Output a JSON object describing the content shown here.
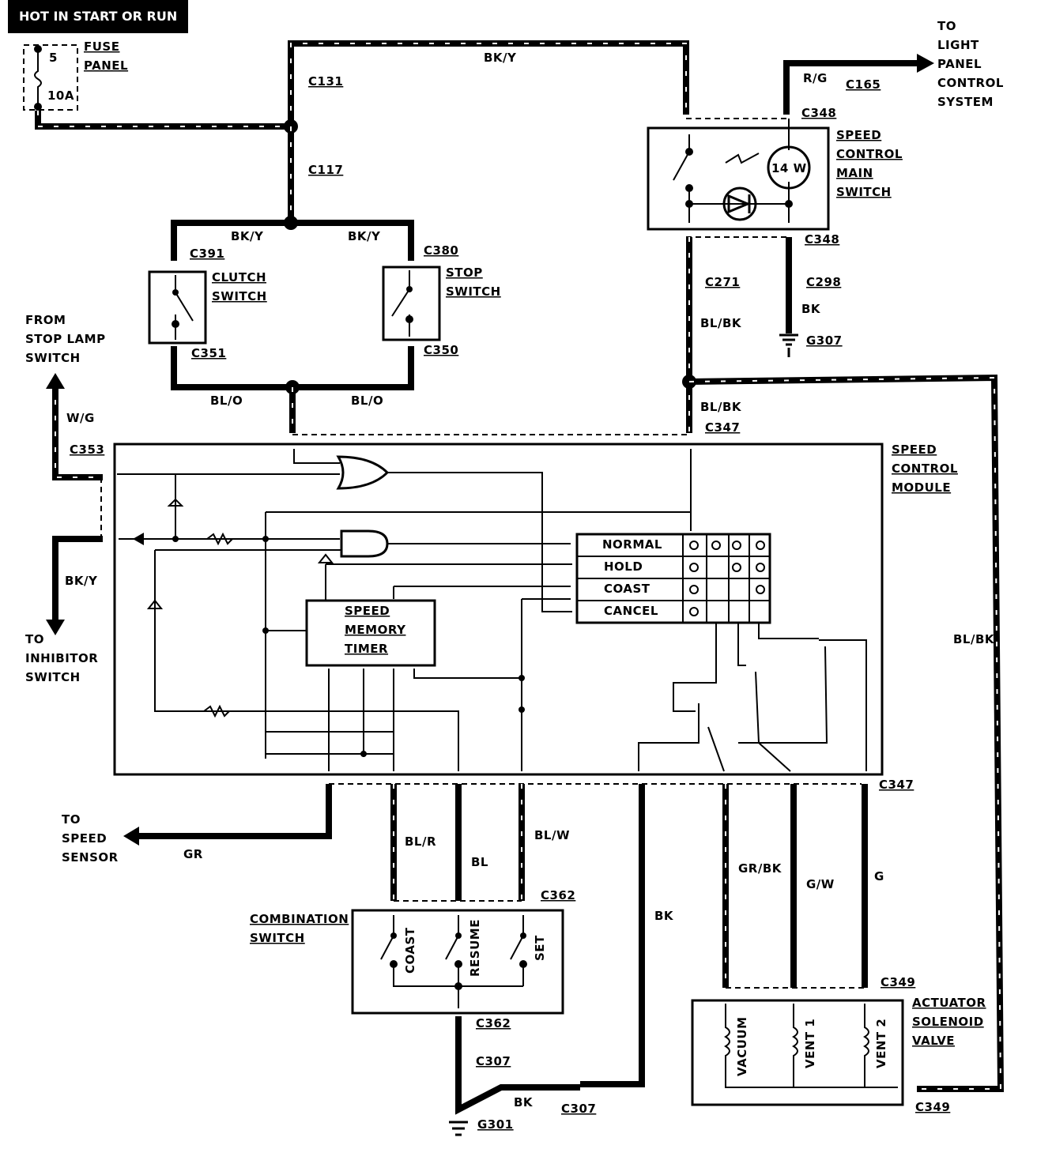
{
  "header": {
    "title": "HOT IN START OR RUN"
  },
  "fuse": {
    "number": "5",
    "rating": "10A",
    "label_line1": "FUSE",
    "label_line2": "PANEL"
  },
  "connectors": {
    "c131": "C131",
    "c117": "C117",
    "c391": "C391",
    "c380": "C380",
    "c351": "C351",
    "c350": "C350",
    "c348_top": "C348",
    "c348_bot": "C348",
    "c165": "C165",
    "c271": "C271",
    "c298": "C298",
    "g307": "G307",
    "c347_top": "C347",
    "c347_bot": "C347",
    "c353": "C353",
    "c362_top": "C362",
    "c362_bot": "C362",
    "c307_a": "C307",
    "c307_b": "C307",
    "g301": "G301",
    "c349_top": "C349",
    "c349_bot": "C349"
  },
  "wires": {
    "bk_y_top": "BK/Y",
    "bk_y_left": "BK/Y",
    "bk_y_right": "BK/Y",
    "r_g": "R/G",
    "bl_bk_1": "BL/BK",
    "bl_bk_2": "BL/BK",
    "bl_bk_right": "BL/BK",
    "bk_ground": "BK",
    "bl_o_left": "BL/O",
    "bl_o_right": "BL/O",
    "w_g": "W/G",
    "bk_y_inhib": "BK/Y",
    "gr": "GR",
    "bl_r": "BL/R",
    "bl": "BL",
    "bl_w": "BL/W",
    "bk_module": "BK",
    "gr_bk": "GR/BK",
    "g_w": "G/W",
    "g": "G",
    "bk_bottom": "BK"
  },
  "components": {
    "clutch_switch": [
      "CLUTCH",
      "SWITCH"
    ],
    "stop_switch": [
      "STOP",
      "SWITCH"
    ],
    "speed_control_main_switch": [
      "SPEED",
      "CONTROL",
      "MAIN",
      "SWITCH"
    ],
    "lamp": "14 W",
    "light_panel": [
      "TO",
      "LIGHT",
      "PANEL",
      "CONTROL",
      "SYSTEM"
    ],
    "from_stop_lamp": [
      "FROM",
      "STOP LAMP",
      "SWITCH"
    ],
    "to_inhibitor": [
      "TO",
      "INHIBITOR",
      "SWITCH"
    ],
    "speed_control_module": [
      "SPEED",
      "CONTROL",
      "MODULE"
    ],
    "memory_timer": [
      "SPEED",
      "MEMORY",
      "TIMER"
    ],
    "modes": [
      "NORMAL",
      "HOLD",
      "COAST",
      "CANCEL"
    ],
    "to_speed_sensor": [
      "TO",
      "SPEED",
      "SENSOR"
    ],
    "combination_switch": [
      "COMBINATION",
      "SWITCH"
    ],
    "combo_positions": [
      "COAST",
      "RESUME",
      "SET"
    ],
    "actuator": [
      "ACTUATOR",
      "SOLENOID",
      "VALVE"
    ],
    "solenoids": [
      "VACUUM",
      "VENT 1",
      "VENT 2"
    ]
  }
}
